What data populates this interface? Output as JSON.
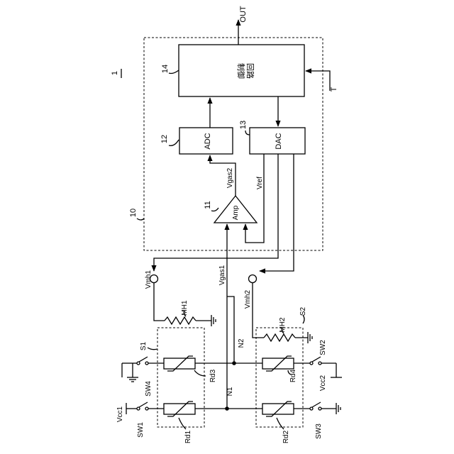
{
  "diagram": {
    "ref_main": "1",
    "ref_module": "10",
    "ref_amp": "11",
    "ref_adc": "12",
    "ref_dac": "13",
    "ref_ctrl": "14",
    "ctrl_label_1": "制御",
    "ctrl_label_2": "回路",
    "adc_label": "ADC",
    "dac_label": "DAC",
    "amp_label": "Amp",
    "out_label": "OUT",
    "t_label": "T",
    "vgas2": "Vgas2",
    "vref": "Vref",
    "vgas1": "Vgas1",
    "vmh1": "Vmh1",
    "vmh2": "Vmh2",
    "mh1": "MH1",
    "mh2": "MH2",
    "s1": "S1",
    "s2": "S2",
    "n1": "N1",
    "n2": "N2",
    "rd1": "Rd1",
    "rd2": "Rd2",
    "rd3": "Rd3",
    "rd4": "Rd4",
    "sw1": "SW1",
    "sw2": "SW2",
    "sw3": "SW3",
    "sw4": "SW4",
    "vcc1": "Vcc1",
    "vcc2": "Vcc2"
  }
}
